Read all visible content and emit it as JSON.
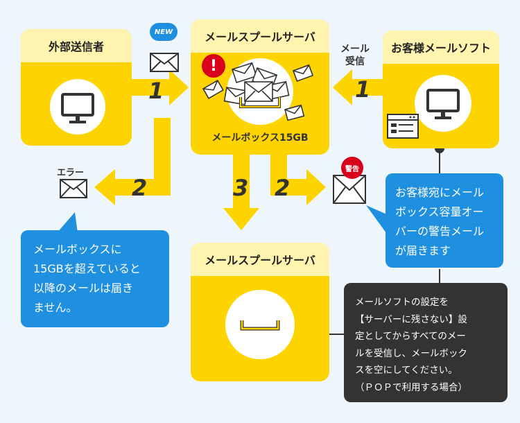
{
  "boxes": {
    "external_sender": "外部送信者",
    "spool_top": "メールスプールサーバ",
    "customer_software": "お客様メールソフト",
    "spool_bottom": "メールスプールサーバ"
  },
  "labels": {
    "new_badge": "NEW",
    "mailbox_capacity": "メールボックス15GB",
    "mail_receive_line1": "メール",
    "mail_receive_line2": "受信",
    "error": "エラー",
    "warning_badge": "警告",
    "exclamation": "!"
  },
  "steps": {
    "one_left": "1",
    "one_right": "1",
    "two_left": "2",
    "three": "3",
    "two_right": "2"
  },
  "bubbles": {
    "left": [
      "メールボックスに",
      "15GBを超えていると",
      "以降のメールは届き",
      "ません。"
    ],
    "right": [
      "お客様宛にメール",
      "ボックス容量オー",
      "バーの警告メール",
      "が届きます"
    ],
    "dark": [
      "メールソフトの設定を",
      "【サーバーに残さない】設",
      "定としてからすべてのメー",
      "ルを受信し、メールボック",
      "スを空にしてください。",
      "（ＰＯＰで利用する場合）"
    ]
  },
  "colors": {
    "yellow": "#fdd400",
    "light_yellow": "#fff3b0",
    "blue": "#1f8fe0",
    "dark": "#333333",
    "red": "#d9001b",
    "bg": "#eef6fb"
  },
  "icons": [
    "monitor-icon",
    "envelope-icon",
    "mailbox-tray-icon",
    "browser-window-icon",
    "warning-icon"
  ]
}
